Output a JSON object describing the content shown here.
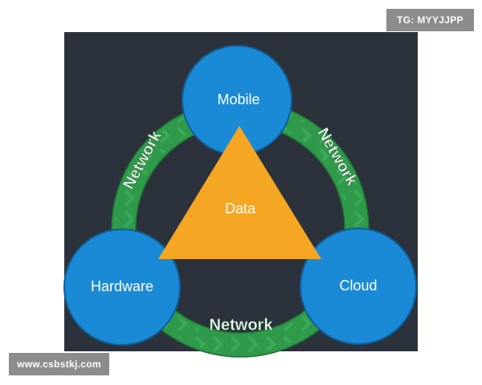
{
  "diagram": {
    "center_label": "Data",
    "nodes": [
      {
        "id": "mobile",
        "label": "Mobile"
      },
      {
        "id": "hardware",
        "label": "Hardware"
      },
      {
        "id": "cloud",
        "label": "Cloud"
      }
    ],
    "links": [
      {
        "from": "mobile",
        "to": "hardware",
        "label": "Network"
      },
      {
        "from": "mobile",
        "to": "cloud",
        "label": "Network"
      },
      {
        "from": "hardware",
        "to": "cloud",
        "label": "Network"
      }
    ]
  },
  "watermarks": {
    "top_right": "TG: MYYJJPP",
    "bottom_left": "www.csbstkj.com"
  },
  "colors": {
    "panel_background": "#2b323c",
    "node_fill": "#1b8ad6",
    "node_stroke": "#0f5f99",
    "band_fill": "#2f9a4a",
    "band_edge": "#1f6f34",
    "band_arrow": "#4cc06a",
    "triangle_fill": "#f5a623",
    "watermark_background": "#8c8c8c"
  }
}
